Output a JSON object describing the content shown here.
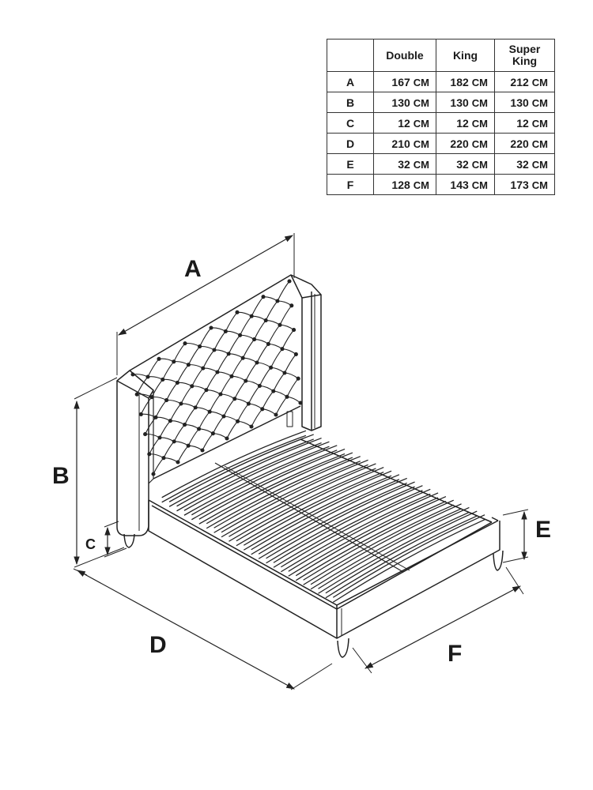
{
  "table": {
    "columns": [
      "",
      "Double",
      "King",
      "Super King"
    ],
    "unit": "CM",
    "rows": [
      {
        "label": "A",
        "values": [
          "167",
          "182",
          "212"
        ]
      },
      {
        "label": "B",
        "values": [
          "130",
          "130",
          "130"
        ]
      },
      {
        "label": "C",
        "values": [
          "12",
          "12",
          "12"
        ]
      },
      {
        "label": "D",
        "values": [
          "210",
          "220",
          "220"
        ]
      },
      {
        "label": "E",
        "values": [
          "32",
          "32",
          "32"
        ]
      },
      {
        "label": "F",
        "values": [
          "128",
          "143",
          "173"
        ]
      }
    ]
  },
  "labels": {
    "A": "A",
    "B": "B",
    "C": "C",
    "D": "D",
    "E": "E",
    "F": "F"
  }
}
